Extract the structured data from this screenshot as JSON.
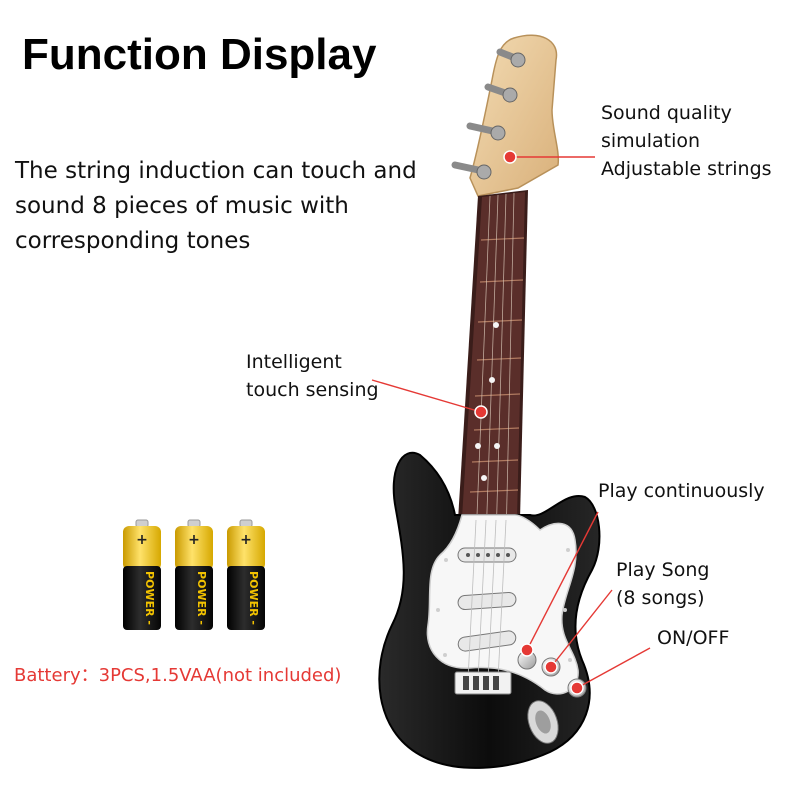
{
  "title": "Function Display",
  "description": "The string induction can touch and sound 8 pieces of music with corresponding tones",
  "callouts": {
    "sound_quality": [
      "Sound quality",
      "simulation",
      "Adjustable strings"
    ],
    "touch_sensing": [
      "Intelligent",
      "touch sensing"
    ],
    "play_continuously": "Play continuously",
    "play_song": [
      "Play Song",
      "(8 songs)"
    ],
    "on_off": "ON/OFF"
  },
  "battery": {
    "note": "Battery：3PCS,1.5VAA(not included)",
    "label": "POWER",
    "plus": "+",
    "minus": "-"
  },
  "colors": {
    "callout_line": "#e53935",
    "battery_note": "#e53935",
    "guitar_body": "#111111",
    "headstock_wood": "#e8c89a",
    "fretboard": "#5a2e2a",
    "battery_gold": "#f2c200"
  }
}
